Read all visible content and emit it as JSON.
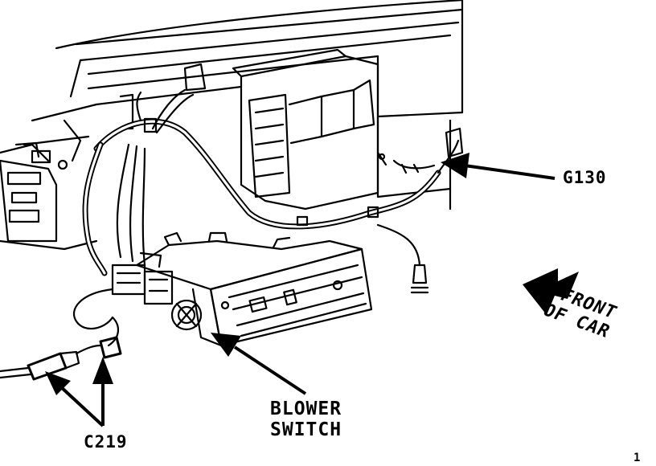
{
  "diagram": {
    "labels": {
      "g130": "G130",
      "c219": "C219",
      "blower_line1": "BLOWER",
      "blower_line2": "SWITCH",
      "front_line1": "FRONT",
      "front_line2": "OF CAR"
    },
    "page_number": "1",
    "colors": {
      "ink": "#000000",
      "paper": "#ffffff"
    }
  }
}
